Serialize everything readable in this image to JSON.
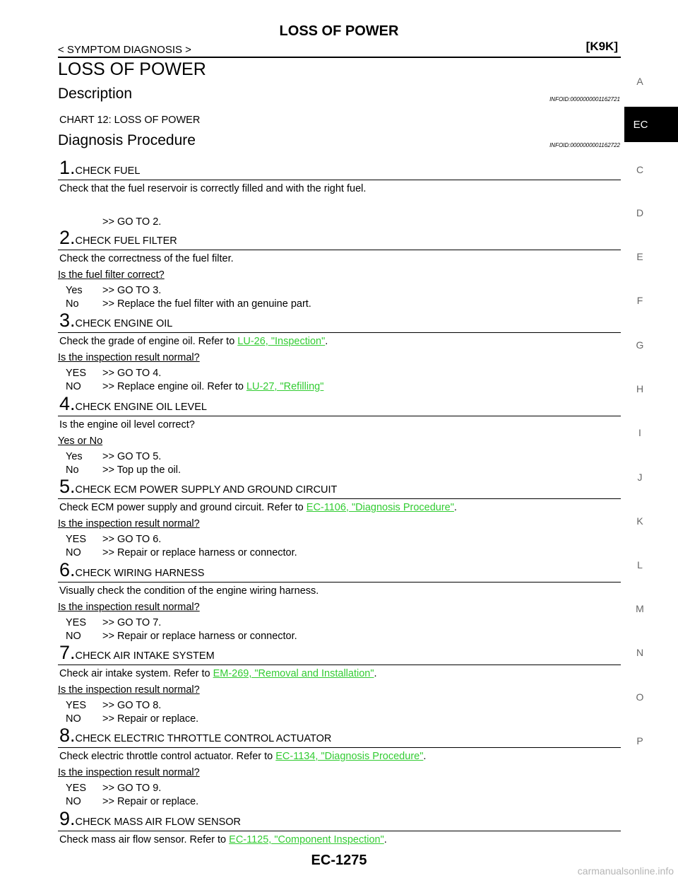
{
  "header": {
    "title": "LOSS OF POWER",
    "breadcrumb": "< SYMPTOM DIAGNOSIS >",
    "code": "[K9K]"
  },
  "main_heading": "LOSS OF POWER",
  "description": {
    "heading": "Description",
    "infoid": "INFOID:0000000001162721",
    "text": "CHART 12: LOSS OF POWER"
  },
  "diagnosis": {
    "heading": "Diagnosis Procedure",
    "infoid": "INFOID:0000000001162722"
  },
  "steps": [
    {
      "num": "1.",
      "title": "CHECK FUEL",
      "text": "Check that the fuel reservoir is correctly filled and with the right fuel.",
      "only_answer": ">> GO TO 2."
    },
    {
      "num": "2.",
      "title": "CHECK FUEL FILTER",
      "text": "Check the correctness of the fuel filter.",
      "question": "Is the fuel filter correct?",
      "answers": [
        {
          "key": "Yes",
          "text": ">> GO TO 3."
        },
        {
          "key": "No",
          "text": ">> Replace the fuel filter with an genuine part."
        }
      ]
    },
    {
      "num": "3.",
      "title": "CHECK ENGINE OIL",
      "text_pre": "Check the grade of engine oil. Refer to ",
      "link": "LU-26, \"Inspection\"",
      "text_post": ".",
      "question": "Is the inspection result normal?",
      "answers": [
        {
          "key": "YES",
          "text": ">> GO TO 4."
        },
        {
          "key": "NO",
          "text_pre": ">> Replace engine oil. Refer to ",
          "link": "LU-27, \"Refilling\""
        }
      ]
    },
    {
      "num": "4.",
      "title": "CHECK ENGINE OIL LEVEL",
      "text": "Is the engine oil level correct?",
      "question": "Yes or No",
      "answers": [
        {
          "key": "Yes",
          "text": ">> GO TO 5."
        },
        {
          "key": "No",
          "text": ">> Top up the oil."
        }
      ]
    },
    {
      "num": "5.",
      "title": "CHECK ECM POWER SUPPLY AND GROUND CIRCUIT",
      "text_pre": "Check ECM power supply and ground circuit. Refer to ",
      "link": "EC-1106, \"Diagnosis Procedure\"",
      "text_post": ".",
      "question": "Is the inspection result normal?",
      "answers": [
        {
          "key": "YES",
          "text": ">> GO TO 6."
        },
        {
          "key": "NO",
          "text": ">> Repair or replace harness or connector."
        }
      ]
    },
    {
      "num": "6.",
      "title": "CHECK WIRING HARNESS",
      "text": "Visually check the condition of the engine wiring harness.",
      "question": "Is the inspection result normal?",
      "answers": [
        {
          "key": "YES",
          "text": ">> GO TO 7."
        },
        {
          "key": "NO",
          "text": ">> Repair or replace harness or connector."
        }
      ]
    },
    {
      "num": "7.",
      "title": "CHECK AIR INTAKE SYSTEM",
      "text_pre": "Check air intake system. Refer to ",
      "link": "EM-269, \"Removal and Installation\"",
      "text_post": ".",
      "question": "Is the inspection result normal?",
      "answers": [
        {
          "key": "YES",
          "text": ">> GO TO 8."
        },
        {
          "key": "NO",
          "text": ">> Repair or replace."
        }
      ]
    },
    {
      "num": "8.",
      "title": "CHECK ELECTRIC THROTTLE CONTROL ACTUATOR",
      "text_pre": "Check electric throttle control actuator. Refer to ",
      "link": "EC-1134, \"Diagnosis Procedure\"",
      "text_post": ".",
      "question": "Is the inspection result normal?",
      "answers": [
        {
          "key": "YES",
          "text": ">> GO TO 9."
        },
        {
          "key": "NO",
          "text": ">> Repair or replace."
        }
      ]
    },
    {
      "num": "9.",
      "title": "CHECK MASS AIR FLOW SENSOR",
      "text_pre": "Check mass air flow sensor. Refer to ",
      "link": "EC-1125, \"Component Inspection\"",
      "text_post": "."
    }
  ],
  "side_tabs": [
    "A",
    "EC",
    "C",
    "D",
    "E",
    "F",
    "G",
    "H",
    "I",
    "J",
    "K",
    "L",
    "M",
    "N",
    "O",
    "P"
  ],
  "footer": "EC-1275",
  "watermark": "carmanualsonline.info",
  "colors": {
    "link": "#33cc33",
    "tab_active": "#000000",
    "tab_letter": "#666666"
  }
}
